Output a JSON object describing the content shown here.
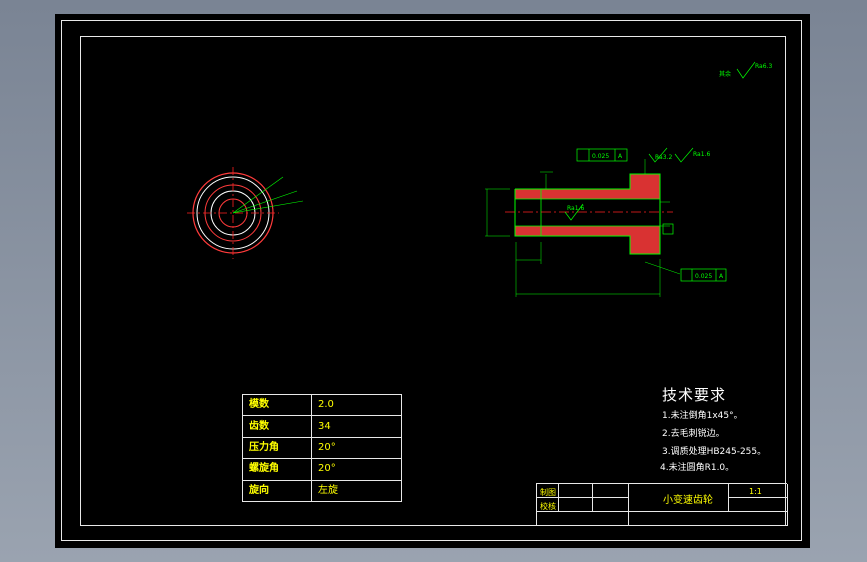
{
  "params": [
    {
      "label": "模数",
      "value": "2.0"
    },
    {
      "label": "齿数",
      "value": "34"
    },
    {
      "label": "压力角",
      "value": "20°"
    },
    {
      "label": "螺旋角",
      "value": "20°"
    },
    {
      "label": "旋向",
      "value": "左旋"
    }
  ],
  "tech": {
    "title": "技术要求",
    "items": [
      "1.未注倒角1x45°。",
      "2.去毛刺锐边。",
      "3.调质处理HB245-255。",
      "4.未注圆角R1.0。"
    ]
  },
  "title_block": {
    "row1_label": "制图",
    "row2_label": "校核",
    "part_name": "小变速齿轮",
    "scale": "1:1"
  },
  "annotations": {
    "surface_other": "其余",
    "ra_top": "Ra6.3",
    "ra_mid": "Ra3.2",
    "ra_right": "Ra1.6",
    "ra_bore": "Ra1.6",
    "tol_top": "0.025",
    "tol_bottom": "0.025",
    "datum_a": "A",
    "datum_b": "A"
  },
  "colors": {
    "outline": "#00ff00",
    "hatch": "#ff3b3b",
    "center": "#ff2020",
    "frame": "#e8e8e8",
    "table_text": "#ffff00"
  }
}
